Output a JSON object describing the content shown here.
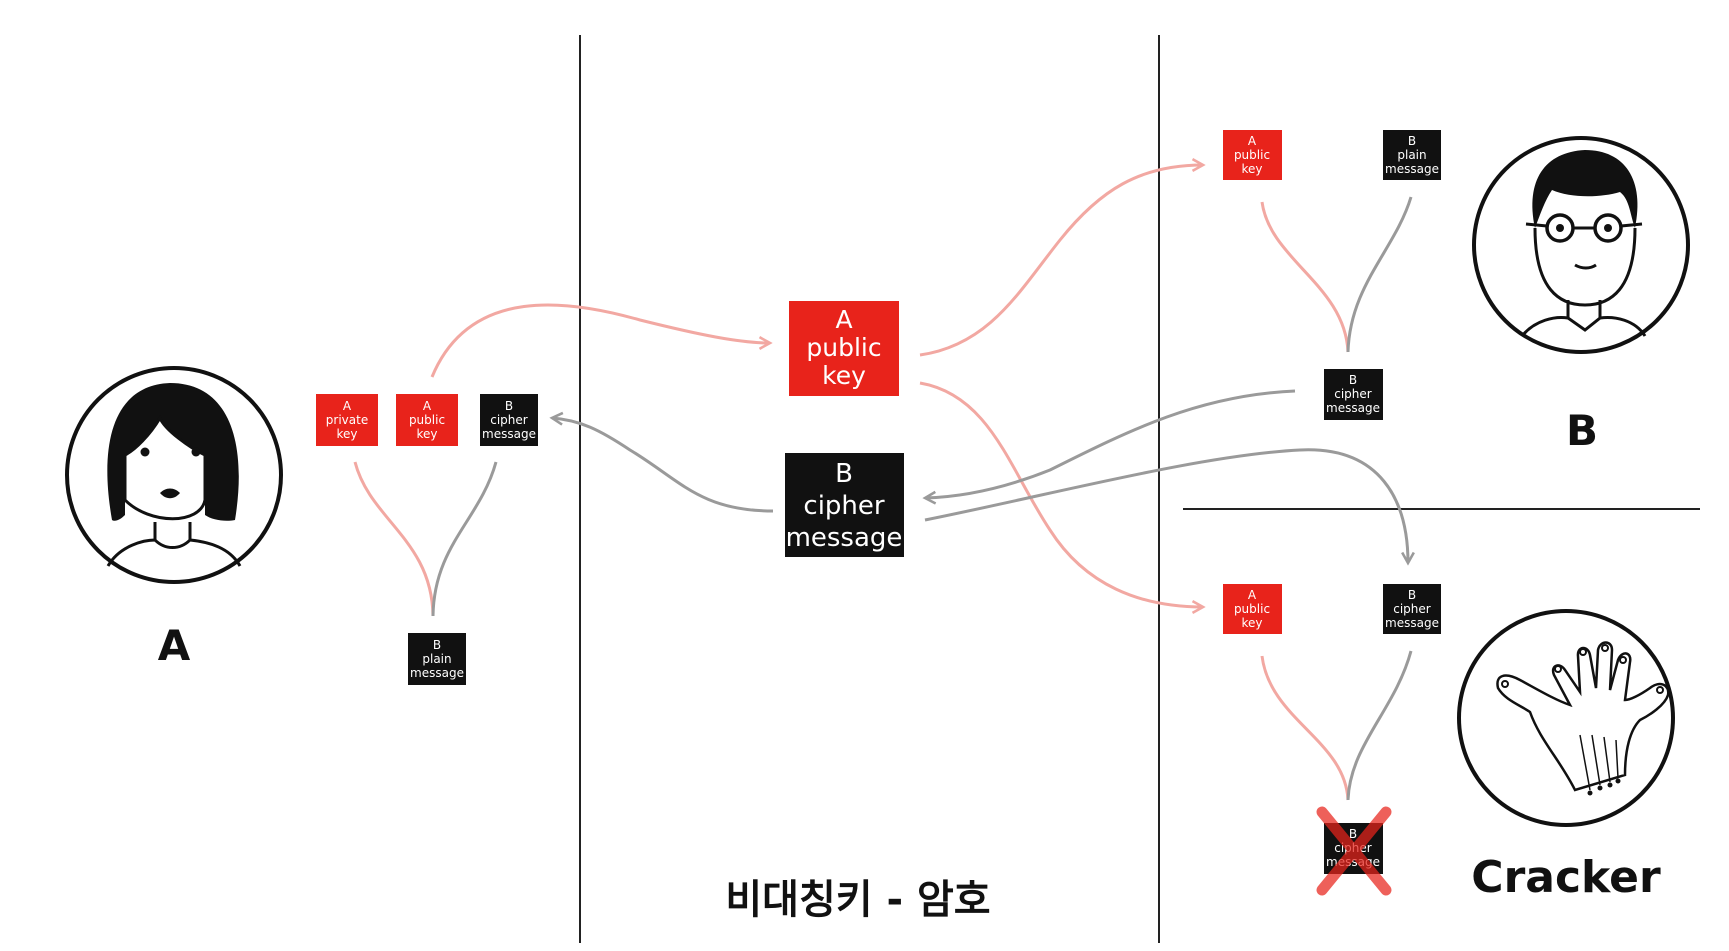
{
  "title": "비대칭키 - 암호",
  "colors": {
    "key_red": "#e8231b",
    "message_black": "#111111",
    "arrow_red": "#f2a8a2",
    "arrow_gray": "#9a9a9a",
    "divider": "#222222"
  },
  "people": {
    "a": {
      "label": "A",
      "icon": "woman-avatar-icon"
    },
    "b": {
      "label": "B",
      "icon": "man-with-glasses-avatar-icon"
    },
    "cracker": {
      "label": "Cracker",
      "icon": "cyber-hand-icon"
    }
  },
  "boxes": {
    "a_private_key": [
      "A",
      "private",
      "key"
    ],
    "a_public_key": [
      "A",
      "public",
      "key"
    ],
    "a_cipher_message": [
      "B",
      "cipher",
      "message"
    ],
    "a_plain_message": [
      "B",
      "plain",
      "message"
    ],
    "center_public_key": [
      "A",
      "public",
      "key"
    ],
    "center_cipher_message": [
      "B",
      "cipher",
      "message"
    ],
    "b_public_key": [
      "A",
      "public",
      "key"
    ],
    "b_plain_message": [
      "B",
      "plain",
      "message"
    ],
    "b_cipher_message": [
      "B",
      "cipher",
      "message"
    ],
    "cracker_public_key": [
      "A",
      "public",
      "key"
    ],
    "cracker_cipher_message": [
      "B",
      "cipher",
      "message"
    ],
    "cracker_failed_message": [
      "B",
      "cipher",
      "message"
    ]
  }
}
